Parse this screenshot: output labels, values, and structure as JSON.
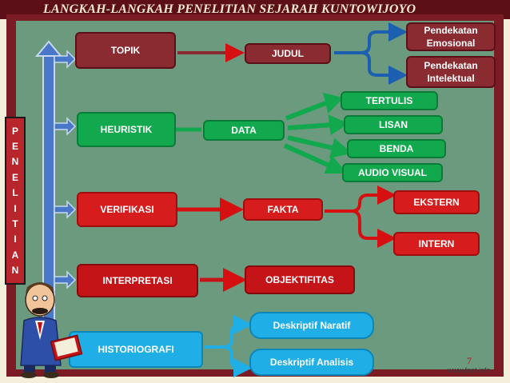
{
  "title": "LANGKAH-LANGKAH PENELITIAN SEJARAH KUNTOWIJOYO",
  "vertical_letters": [
    "P",
    "E",
    "N",
    "E",
    "L",
    "I",
    "T",
    "I",
    "A",
    "N"
  ],
  "steps": {
    "topik": "TOPIK",
    "heuristik": "HEURISTIK",
    "verifikasi": "VERIFIKASI",
    "interpretasi": "INTERPRETASI",
    "historiografi": "HISTORIOGRAFI"
  },
  "judul": "JUDUL",
  "pendekatan_emosional": "Pendekatan Emosional",
  "pendekatan_intelektual": "Pendekatan Intelektual",
  "data": "DATA",
  "sources": [
    "TERTULIS",
    "LISAN",
    "BENDA",
    "AUDIO VISUAL"
  ],
  "fakta": "FAKTA",
  "ekstern": "EKSTERN",
  "intern": "INTERN",
  "objektifitas": "OBJEKTIFITAS",
  "deskriptif_naratif": "Deskriptif Naratif",
  "deskriptif_analisis": "Deskriptif Analisis",
  "footer": "www.fppt.info",
  "page_number": "7",
  "colors": {
    "title_bar": "#5c0f17",
    "frame": "#7b1b24",
    "board": "#6b9a7f",
    "maroon_box": "#8a2a31",
    "green_box": "#12a84e",
    "red_box": "#d61c1c",
    "blue_box": "#1faee6"
  }
}
